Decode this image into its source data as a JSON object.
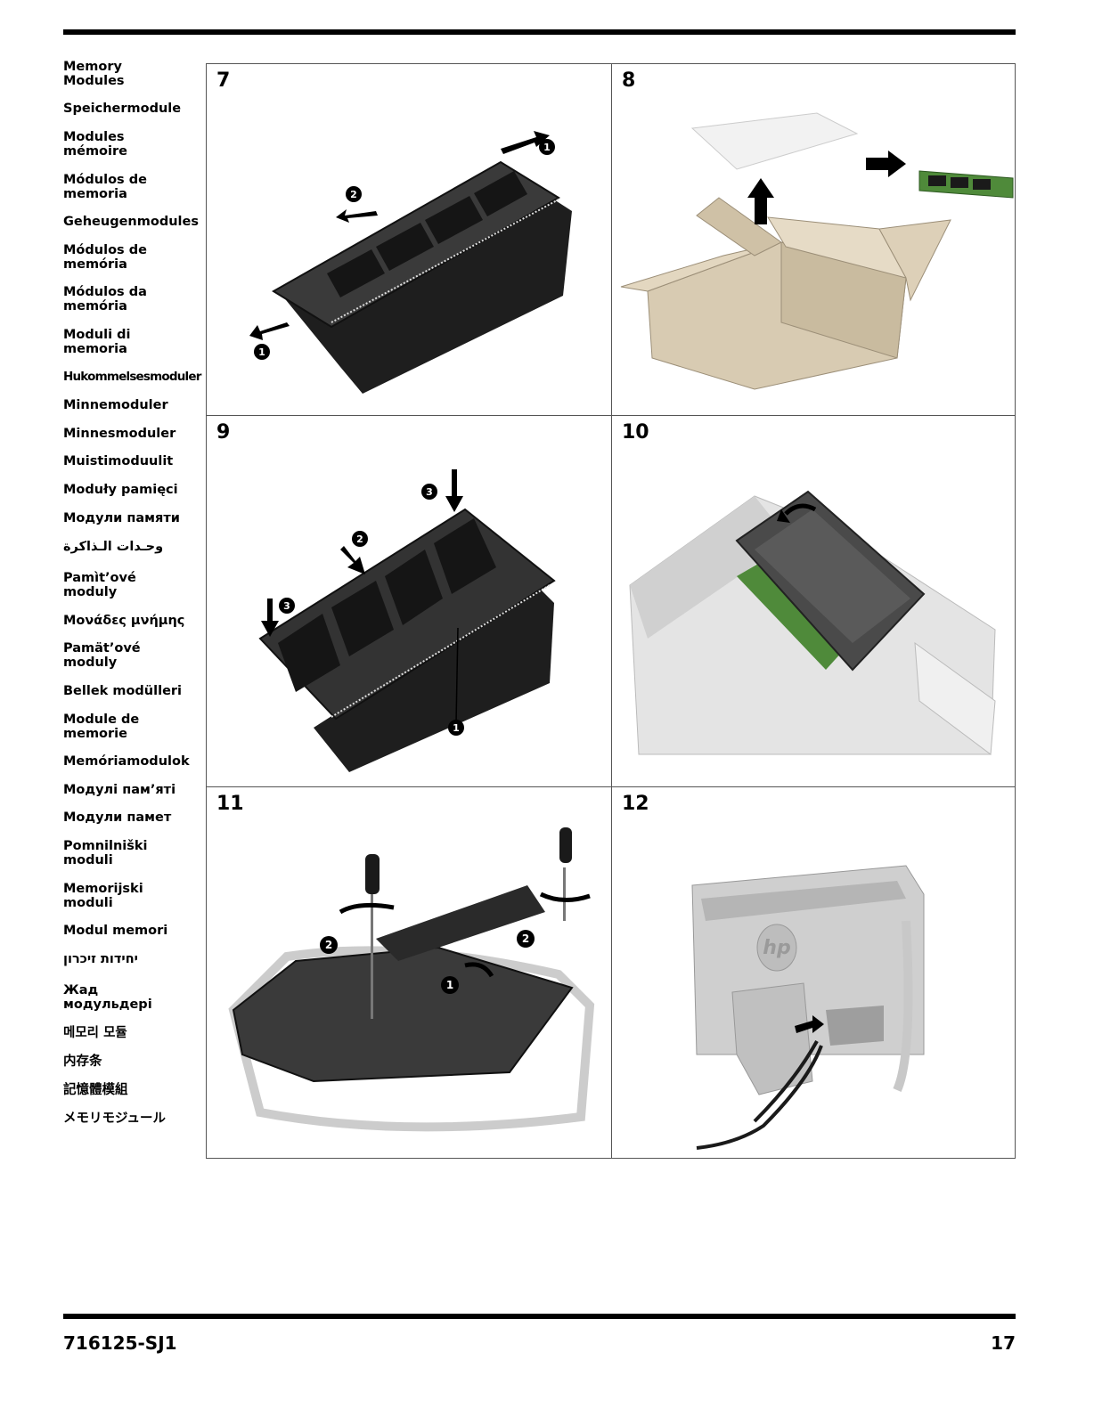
{
  "sidebar": {
    "languages": [
      "Memory\nModules",
      "Speichermodule",
      "Modules\nmémoire",
      "Módulos de\nmemoria",
      "Geheugenmodules",
      "Módulos de\nmemória",
      "Módulos da\nmemória",
      "Moduli di\nmemoria",
      "Hukommelsesmoduler",
      "Minnemoduler",
      "Minnesmoduler",
      "Muistimoduulit",
      "Moduły pamięci",
      "Модули памяти",
      "وحـدات الـذاكرة",
      "Pamìt’ové\nmoduly",
      "Μονάδες μνήμης",
      "Pamät’ové\nmoduly",
      "Bellek modülleri",
      "Module de\nmemorie",
      "Memóriamodulok",
      "Модулі пам’яті",
      "Модули памет",
      "Pomnilniški\nmoduli",
      "Memorijski\nmoduli",
      "Modul memori",
      "יחידות זיכרון",
      "Жад\nмодульдері",
      "메모리 모듈",
      "内存条",
      "記憶體模組",
      "メモリモジュール"
    ]
  },
  "steps": [
    {
      "number": "7"
    },
    {
      "number": "8"
    },
    {
      "number": "9"
    },
    {
      "number": "10"
    },
    {
      "number": "11"
    },
    {
      "number": "12"
    }
  ],
  "callouts": {
    "one": "1",
    "two": "2",
    "three": "3"
  },
  "logo_text": "hp",
  "footer": {
    "doc_code": "716125-SJ1",
    "page_number": "17"
  },
  "colors": {
    "rule": "#000000",
    "grid_border": "#555555",
    "module_body": "#2b2b2b",
    "box_cardboard": "#d8cbb2",
    "pcb_green": "#4f8a3a"
  }
}
